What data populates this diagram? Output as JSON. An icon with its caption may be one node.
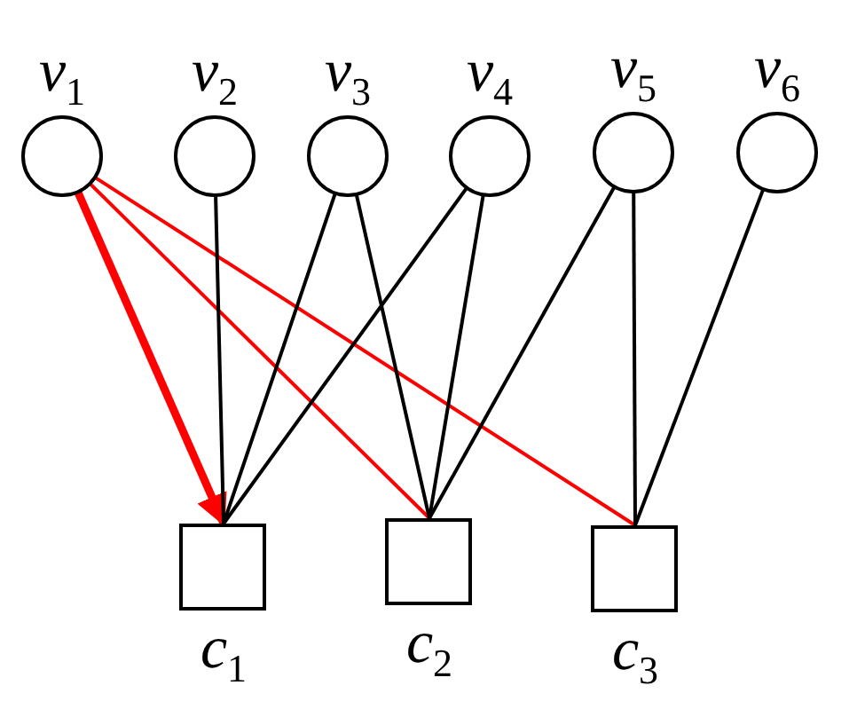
{
  "diagram": {
    "nodes": [
      {
        "text": [
          "v$_{1}$"
        ]
      },
      {
        "text": [
          "v$_{2}$"
        ]
      },
      {
        "text": [
          "v$_{3}$"
        ]
      },
      {
        "text": [
          "v$_{4}$"
        ]
      },
      {
        "text": [
          "v$_{5}$"
        ]
      },
      {
        "text": [
          "v$_{6}$"
        ]
      },
      {
        "text": [
          "c$_{1}$"
        ]
      },
      {
        "text": [
          "c$_{2}$"
        ]
      },
      {
        "text": [
          "c$_{3}$"
        ]
      }
    ],
    "edges": [
      {
        "from": 0,
        "to": 6,
        "arrow": "to",
        "style": "thick",
        "color": "#ff0000"
      },
      {
        "from": 0,
        "to": 7,
        "arrow": "none",
        "color": "#ff0000"
      },
      {
        "from": 0,
        "to": 8,
        "arrow": "none",
        "color": "#ff0000"
      },
      {
        "from": 1,
        "to": 6,
        "arrow": "none"
      },
      {
        "from": 2,
        "to": 6,
        "arrow": "none"
      },
      {
        "from": 2,
        "to": 7,
        "arrow": "none"
      },
      {
        "from": 3,
        "to": 6,
        "arrow": "none"
      },
      {
        "from": 3,
        "to": 7,
        "arrow": "none"
      },
      {
        "from": 4,
        "to": 7,
        "arrow": "none"
      },
      {
        "from": 4,
        "to": 8,
        "arrow": "none"
      },
      {
        "from": 5,
        "to": 8,
        "arrow": "none"
      }
    ]
  }
}
